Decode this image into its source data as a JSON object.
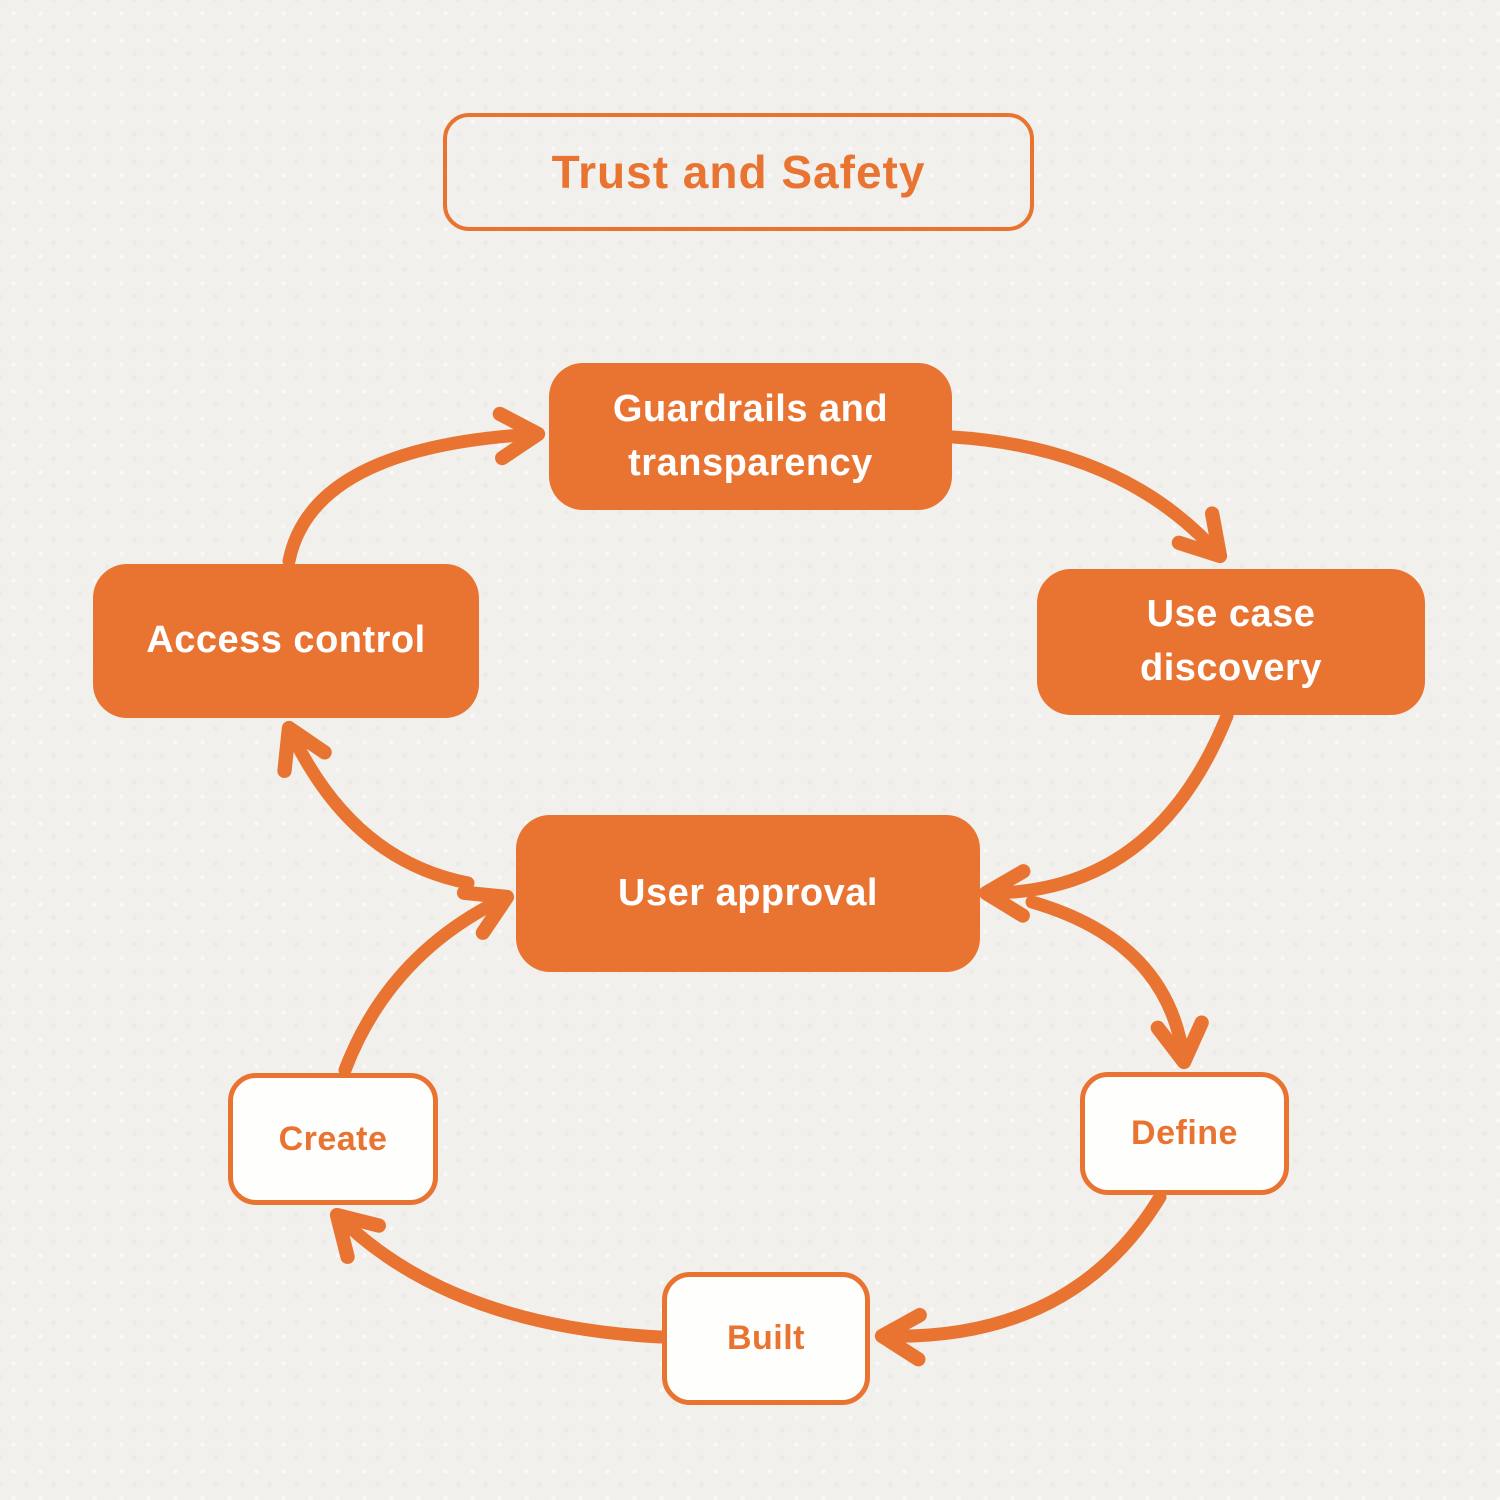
{
  "title": {
    "label": "Trust and Safety"
  },
  "colors": {
    "accent_orange": "#E97432",
    "background": "#F1F0EC",
    "text_on_orange": "#FFFFFF",
    "outlined_box_fill": "#FEFEFC"
  },
  "nodes": [
    {
      "id": "guardrails-and-transparency",
      "label": "Guardrails and transparency",
      "variant": "filled"
    },
    {
      "id": "use-case-discovery",
      "label": "Use case discovery",
      "variant": "filled"
    },
    {
      "id": "access-control",
      "label": "Access control",
      "variant": "filled"
    },
    {
      "id": "user-approval",
      "label": "User approval",
      "variant": "filled"
    },
    {
      "id": "create",
      "label": "Create",
      "variant": "outlined"
    },
    {
      "id": "define",
      "label": "Define",
      "variant": "outlined"
    },
    {
      "id": "built",
      "label": "Built",
      "variant": "outlined"
    }
  ],
  "connections": [
    {
      "from": "access-control",
      "to": "guardrails-and-transparency"
    },
    {
      "from": "guardrails-and-transparency",
      "to": "use-case-discovery"
    },
    {
      "from": "use-case-discovery",
      "to": "user-approval"
    },
    {
      "from": "user-approval",
      "to": "access-control"
    },
    {
      "from": "user-approval",
      "to": "define"
    },
    {
      "from": "define",
      "to": "built"
    },
    {
      "from": "built",
      "to": "create"
    },
    {
      "from": "create",
      "to": "user-approval"
    }
  ]
}
